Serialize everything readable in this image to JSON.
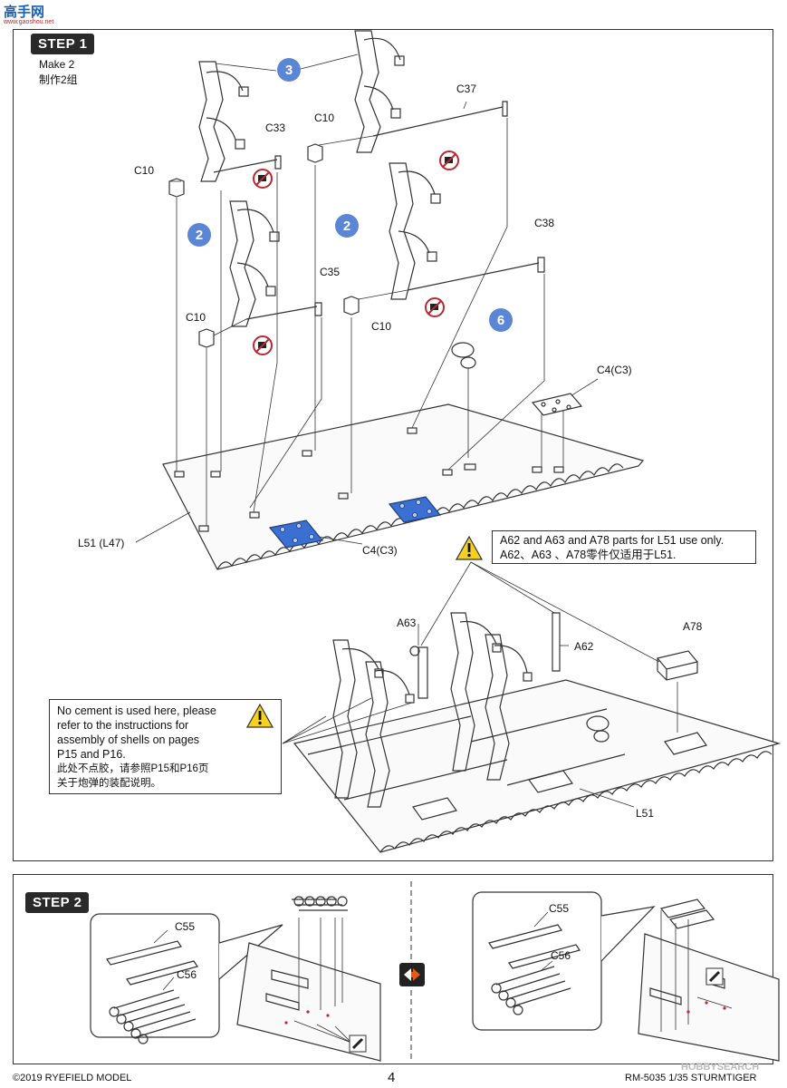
{
  "watermark": {
    "logo_text": "高手网",
    "url_text": "www.gaoshou.net"
  },
  "step1": {
    "badge": "STEP 1",
    "make_en": "Make 2",
    "make_cn": "制作2组",
    "callouts": [
      "3",
      "2",
      "2",
      "6"
    ],
    "labels": {
      "c37": "C37",
      "c10_a": "C10",
      "c33": "C33",
      "c10_b": "C10",
      "c38": "C38",
      "c35": "C35",
      "c10_c": "C10",
      "c10_d": "C10",
      "c4_top": "C4(C3)",
      "l51_l47": "L51 (L47)",
      "c4_bottom": "C4(C3)",
      "a63": "A63",
      "a62": "A62",
      "a78": "A78",
      "l51": "L51"
    },
    "note_a": {
      "en": "A62 and A63 and A78 parts for L51 use only.",
      "cn": "A62、A63 、A78零件仅适用于L51."
    },
    "note_b": {
      "lines": [
        "No cement is used here, please",
        "refer to the instructions for",
        "assembly of shells on pages",
        "P15 and P16."
      ],
      "cn_lines": [
        "此处不点胶，请参照P15和P16页",
        "关于炮弹的装配说明。"
      ]
    }
  },
  "step2": {
    "badge": "STEP 2",
    "labels": {
      "c55_left": "C55",
      "c56_left": "C56",
      "c55_right": "C55",
      "c56_right": "C56"
    }
  },
  "footer": {
    "copyright": "©2019 RYEFIELD MODEL",
    "page": "4",
    "model": "RM-5035 1/35 STURMTIGER",
    "watermark2": "HOBBYSEARCH"
  },
  "colors": {
    "callout_blue": "#5b86d6",
    "part_blue": "#3b6fd1",
    "warning_yellow": "#f5d020",
    "no_glue_red": "#c0262d",
    "swap_orange": "#e05a1b"
  }
}
